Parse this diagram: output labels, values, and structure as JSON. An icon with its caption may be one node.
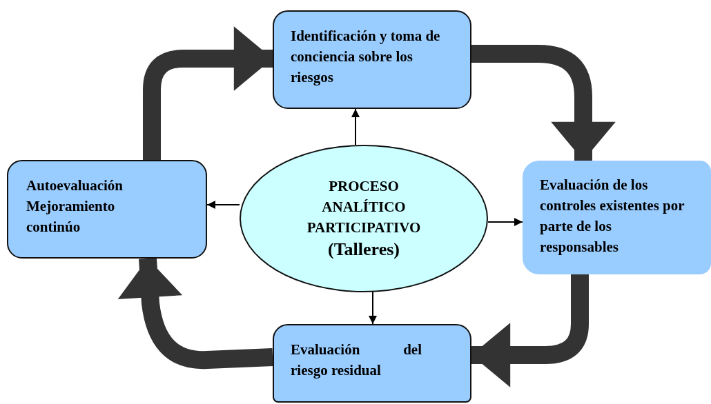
{
  "diagram": {
    "nodes": [
      {
        "text": [
          "Identificación y toma de conciencia sobre los riesgos"
        ]
      },
      {
        "text": [
          "Autoevaluación Mejoramiento continúo"
        ]
      },
      {
        "text": [
          "PROCESO ANALÍTICO PARTICIPATIVO",
          "(Talleres)"
        ]
      },
      {
        "text": [
          "Evaluación de los controles existentes por parte de los responsables"
        ]
      },
      {
        "text": [
          "Evaluación del riesgo residual"
        ]
      }
    ],
    "edges": [
      {
        "from": 2,
        "to": 0,
        "arrow": "to"
      },
      {
        "from": 2,
        "to": 1,
        "arrow": "to"
      },
      {
        "from": 2,
        "to": 3,
        "arrow": "to"
      },
      {
        "from": 2,
        "to": 4,
        "arrow": "to"
      },
      {
        "from": 1,
        "to": 0,
        "arrow": "to",
        "style": "thick",
        "color": "#333333"
      },
      {
        "from": 0,
        "to": 3,
        "arrow": "to",
        "style": "thick",
        "color": "#333333"
      },
      {
        "from": 3,
        "to": 4,
        "arrow": "to",
        "style": "thick",
        "color": "#333333"
      },
      {
        "from": 4,
        "to": 1,
        "arrow": "to",
        "style": "thick",
        "color": "#333333"
      }
    ]
  }
}
